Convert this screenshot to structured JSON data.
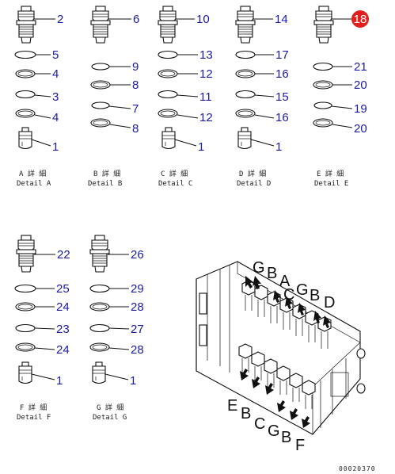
{
  "detail_a": {
    "labels": [
      "2",
      "5",
      "4",
      "3",
      "4",
      "1"
    ],
    "cap_jp": "A 詳 細",
    "cap_en": "Detail A"
  },
  "detail_b": {
    "labels": [
      "6",
      "9",
      "8",
      "7",
      "8"
    ],
    "cap_jp": "B 詳 細",
    "cap_en": "Detail B"
  },
  "detail_c": {
    "labels": [
      "10",
      "13",
      "12",
      "11",
      "12",
      "1"
    ],
    "cap_jp": "C 詳 細",
    "cap_en": "Detail C"
  },
  "detail_d": {
    "labels": [
      "14",
      "17",
      "16",
      "15",
      "16",
      "1"
    ],
    "cap_jp": "D 詳 細",
    "cap_en": "Detail D"
  },
  "detail_e": {
    "labels": [
      "18",
      "21",
      "20",
      "19",
      "20"
    ],
    "cap_jp": "E 詳 細",
    "cap_en": "Detail E",
    "highlight_color": "#e0201c"
  },
  "detail_f": {
    "labels": [
      "22",
      "25",
      "24",
      "23",
      "24",
      "1"
    ],
    "cap_jp": "F 詳 細",
    "cap_en": "Detail F"
  },
  "detail_g": {
    "labels": [
      "26",
      "29",
      "28",
      "27",
      "28",
      "1"
    ],
    "cap_jp": "G 詳 細",
    "cap_en": "Detail G"
  },
  "valve_letters": {
    "top": [
      "G",
      "B",
      "A",
      "C",
      "G",
      "B",
      "D"
    ],
    "bottom": [
      "E",
      "B",
      "C",
      "G",
      "B",
      "F"
    ]
  },
  "drawing_code": "00020370",
  "colors": {
    "label": "#1a1aa8",
    "line": "#111111",
    "highlight": "#e0201c"
  }
}
